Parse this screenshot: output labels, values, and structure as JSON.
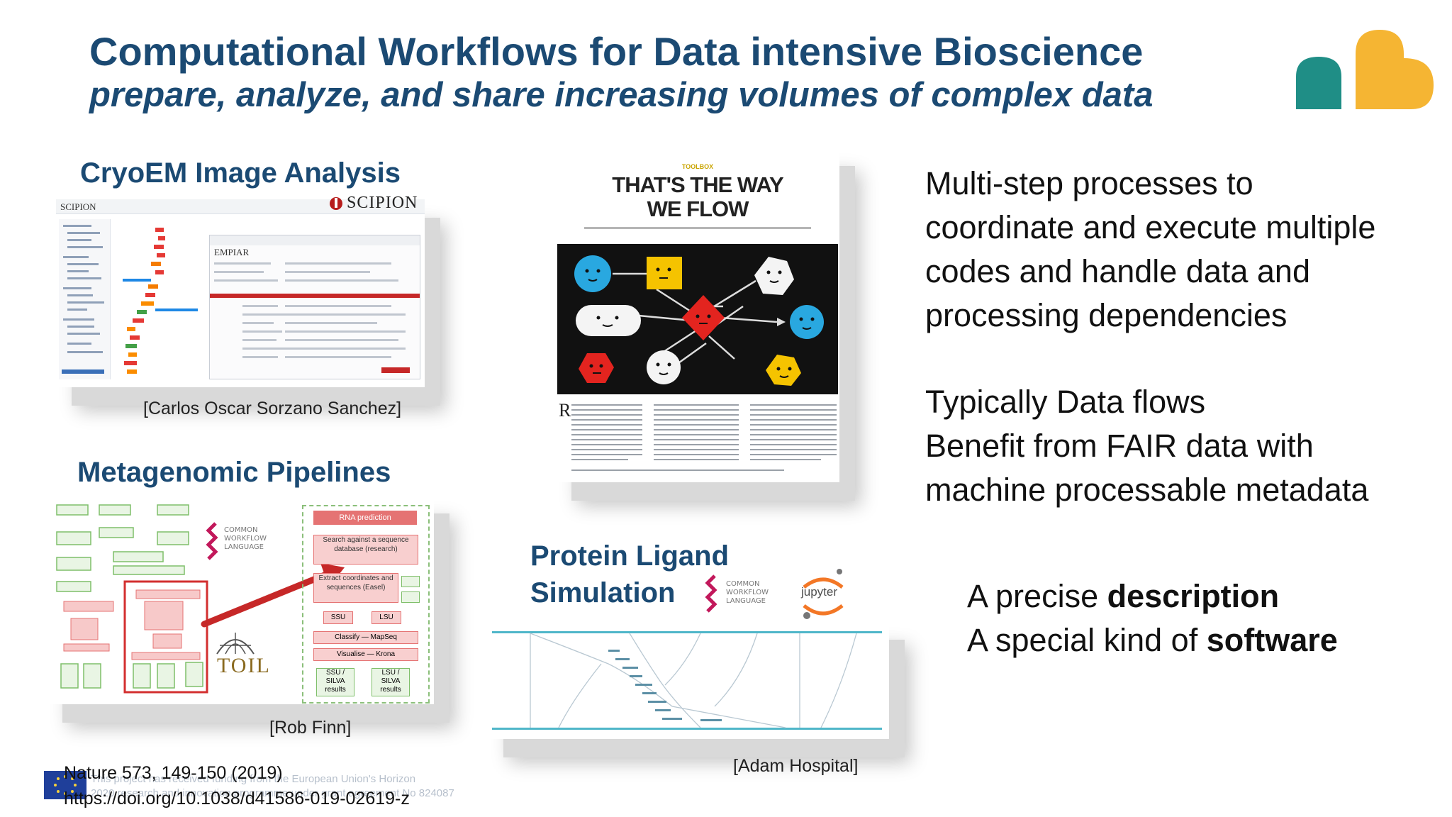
{
  "header": {
    "title": "Computational Workflows for Data intensive Bioscience",
    "subtitle": "prepare, analyze, and share increasing volumes of complex data"
  },
  "colors": {
    "title": "#1b4a73",
    "teal": "#1f8e86",
    "orange": "#f5b533",
    "red": "#d9272e"
  },
  "cryoem": {
    "heading": "CryoEM Image Analysis",
    "logo_text": "SCIPION",
    "app_header": "SCIPION",
    "panel_header": "EMPIAR",
    "caption": "[Carlos Oscar Sorzano Sanchez]"
  },
  "metagenomic": {
    "heading": "Metagenomic Pipelines",
    "cwl_text": "COMMON WORKFLOW LANGUAGE",
    "toil_text": "TOIL",
    "flow_steps": [
      "RNA prediction",
      "Search against a sequence database (research)",
      "Extract coordinates and sequences (Easel)",
      "SSU",
      "LSU",
      "Classify — MapSeq",
      "Visualise — Krona",
      "SSU / SILVA results",
      "LSU / SILVA results"
    ],
    "caption": "[Rob Finn]"
  },
  "nature": {
    "tag": "TOOLBOX",
    "headline_1": "THAT'S THE WAY",
    "headline_2": "WE FLOW",
    "initial": "R",
    "ref_line_1": "Nature 573, 149-150 (2019)",
    "ref_line_2": "https://doi.org/10.1038/d41586-019-02619-z"
  },
  "right": {
    "para1": [
      "Multi-step processes to",
      "coordinate and execute multiple",
      "codes and handle data and",
      "processing dependencies"
    ],
    "para2": [
      "Typically Data flows",
      "Benefit from FAIR data with",
      "machine processable metadata"
    ],
    "line1_pre": "A precise ",
    "line1_bold": "description",
    "line2_pre": "A special kind of ",
    "line2_bold": "software"
  },
  "protein": {
    "heading_1": "Protein Ligand",
    "heading_2": "Simulation",
    "cwl_text": "COMMON WORKFLOW LANGUAGE",
    "jupyter_text": "jupyter",
    "caption": "[Adam Hospital]"
  },
  "footer": {
    "eu_text_1": "This project has received funding from the European Union's Horizon",
    "eu_text_2": "2020 research and innovation programme under grant agreement No 824087"
  }
}
